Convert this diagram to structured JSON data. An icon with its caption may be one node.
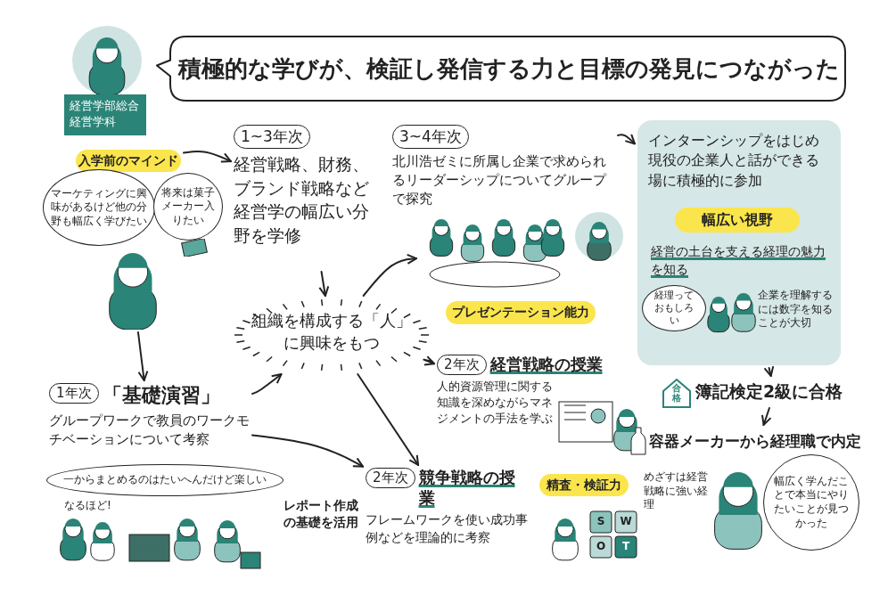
{
  "diagram": {
    "nodes": [
      {
        "text": [
          "積極的な学びが、検証し発信する力と目標の発見につながった"
        ]
      },
      {
        "text": [
          "経営学部総合経営学科"
        ]
      },
      {
        "text": [
          "入学前のマインド"
        ]
      },
      {
        "text": [
          "マーケティングに興味があるけど他の分野も幅広く学びたい"
        ]
      },
      {
        "text": [
          "将来は菓子メーカー入りたい"
        ]
      },
      {
        "text": [],
        "shape": "person"
      },
      {
        "text": [
          "1~3年次",
          "経営戦略、財務、ブランド戦略など経営学の幅広い分野を学修"
        ]
      },
      {
        "text": [
          "3~4年次",
          "北川浩ゼミに所属し企業で求められるリーダーシップについてグループで探究"
        ]
      },
      {
        "text": [],
        "shape": "picture"
      },
      {
        "text": [
          "プレゼンテーション能力"
        ]
      },
      {
        "text": [
          "インターンシップをはじめ現役の企業人と話ができる場に積極的に参加",
          "経営の土台を支える経理の魅力を知る"
        ]
      },
      {
        "text": [
          "幅広い視野"
        ],
        "in": 10
      },
      {
        "text": [
          "経理っておもしろい"
        ],
        "in": 10
      },
      {
        "text": [
          "組織を構成する「人」に興味をもつ"
        ]
      },
      {
        "text": [
          "1年次",
          "「基礎演習」",
          "グループワークで教員のワークモチベーションについて考察"
        ]
      },
      {
        "text": [
          "一からまとめるのはたいへんだけど楽しい"
        ]
      },
      {
        "text": [
          "2年次",
          "経営戦略の授業",
          "人的資源管理に関する知識を深めながらマネジメントの手法を学ぶ"
        ]
      },
      {
        "text": [
          "2年次",
          "競争戦略の授業",
          "フレームワークを使い成功事例などを理論的に考察"
        ]
      },
      {
        "text": [
          "精査・検証力"
        ]
      },
      {
        "text": [
          "簿記検定2級に合格"
        ]
      },
      {
        "text": [
          "容器メーカーから経理職で内定"
        ]
      },
      {
        "text": [
          "幅広く学んだことで本当にやりたいことが見つかった"
        ]
      }
    ],
    "edges": [
      {
        "from": 2,
        "to": 6,
        "arrow": "to"
      },
      {
        "from": 5,
        "to": 14,
        "arrow": "to"
      },
      {
        "from": 6,
        "to": 13,
        "arrow": "to"
      },
      {
        "from": 14,
        "to": 13,
        "arrow": "to"
      },
      {
        "from": 13,
        "to": 8,
        "arrow": "to"
      },
      {
        "from": 13,
        "to": 16,
        "arrow": "to"
      },
      {
        "from": 13,
        "to": 17,
        "arrow": "to"
      },
      {
        "from": 14,
        "to": 17,
        "arrow": "to",
        "label": "レポート作成の基礎を活用"
      },
      {
        "from": 7,
        "to": 10,
        "arrow": "to"
      },
      {
        "from": 10,
        "to": 19,
        "arrow": "to"
      },
      {
        "from": 19,
        "to": 20,
        "arrow": "to"
      }
    ],
    "labels": [
      "企業を理解するには数字を知ることが大切",
      "なるほど!",
      "合格",
      "S",
      "W",
      "O",
      "T",
      "めざすは経営戦略に強い経理"
    ]
  }
}
